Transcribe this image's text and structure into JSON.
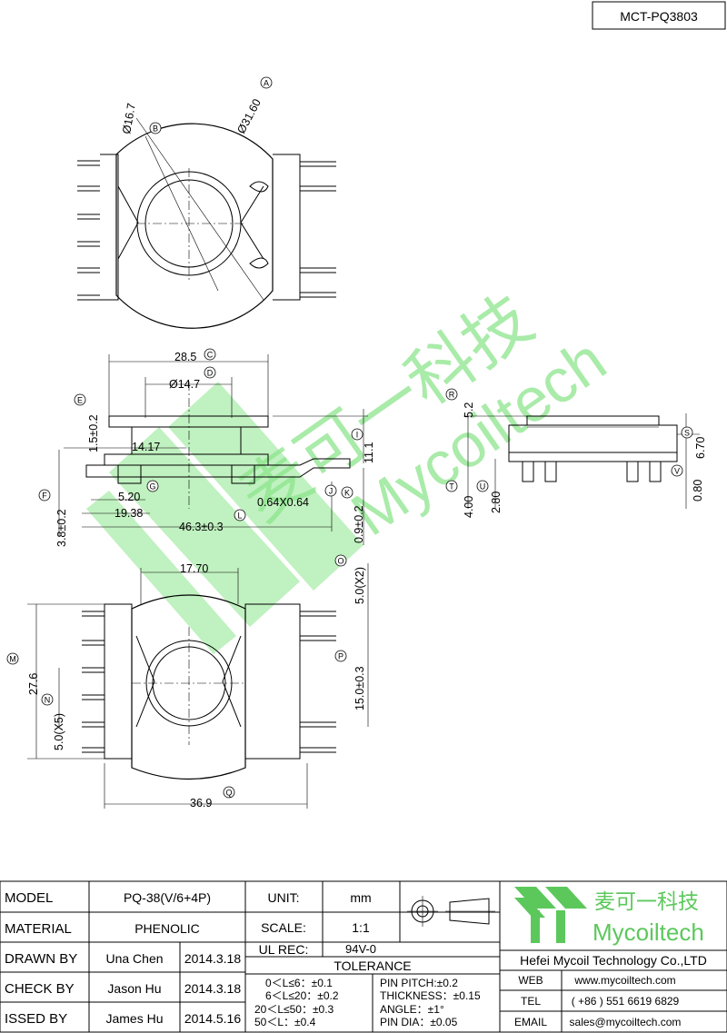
{
  "part_code": "MCT-PQ3803",
  "watermark": {
    "cn": "麦可一科技",
    "en": "Mycoiltech"
  },
  "dims": {
    "A": "Ø31.60",
    "B": "Ø16.7",
    "C": "28.5",
    "D": "Ø14.7",
    "E": "1.5±0.2",
    "F": "3.8±0.2",
    "G": "5.20",
    "H": "14.17",
    "H2": "19.38",
    "I": "11.1",
    "J": "0.64X0.64",
    "K": "0.9±0.2",
    "L": "46.3±0.3",
    "M": "27.6",
    "N": "5.0(X5)",
    "O": "5.0(X2)",
    "P": "15.0±0.3",
    "Q": "36.9",
    "R": "5.2",
    "S": "6.70",
    "T": "4.00",
    "U": "2.80",
    "V": "0.80",
    "W": "17.70"
  },
  "labels": [
    "A",
    "B",
    "C",
    "D",
    "E",
    "F",
    "G",
    "I",
    "J",
    "K",
    "L",
    "M",
    "N",
    "O",
    "P",
    "Q",
    "R",
    "S",
    "T",
    "U",
    "V"
  ],
  "title_block": {
    "model_label": "MODEL",
    "model_value": "PQ-38(V/6+4P)",
    "material_label": "MATERIAL",
    "material_value": "PHENOLIC",
    "drawn_label": "DRAWN BY",
    "drawn_name": "Una Chen",
    "drawn_date": "2014.3.18",
    "check_label": "CHECK BY",
    "check_name": "Jason Hu",
    "check_date": "2014.3.18",
    "issued_label": "ISSED BY",
    "issued_name": "James Hu",
    "issued_date": "2014.5.16",
    "unit_label": "UNIT:",
    "unit_value": "mm",
    "scale_label": "SCALE:",
    "scale_value": "1:1",
    "ulrec_label": "UL REC:",
    "ulrec_value": "94V-0",
    "tolerance_label": "TOLERANCE",
    "tol_lines": [
      "0＜L≤6：±0.1",
      "6＜L≤20：±0.2",
      "20＜L≤50：±0.3",
      "50＜L：±0.4"
    ],
    "spec_lines": [
      "PIN PITCH:±0.2",
      "THICKNESS：±0.15",
      "ANGLE：±1°",
      "PIN DIA：±0.05"
    ],
    "logo_cn": "麦可一科技",
    "logo_en": "Mycoiltech",
    "company": "Hefei Mycoil Technology Co.,LTD",
    "web_label": "WEB",
    "web_value": "www.mycoiltech.com",
    "tel_label": "TEL",
    "tel_value": "( +86 ) 551 6619 6829",
    "email_label": "EMAIL",
    "email_value": "sales@mycoiltech.com"
  },
  "colors": {
    "watermark": "#8de58d",
    "logo": "#5cc85c"
  }
}
